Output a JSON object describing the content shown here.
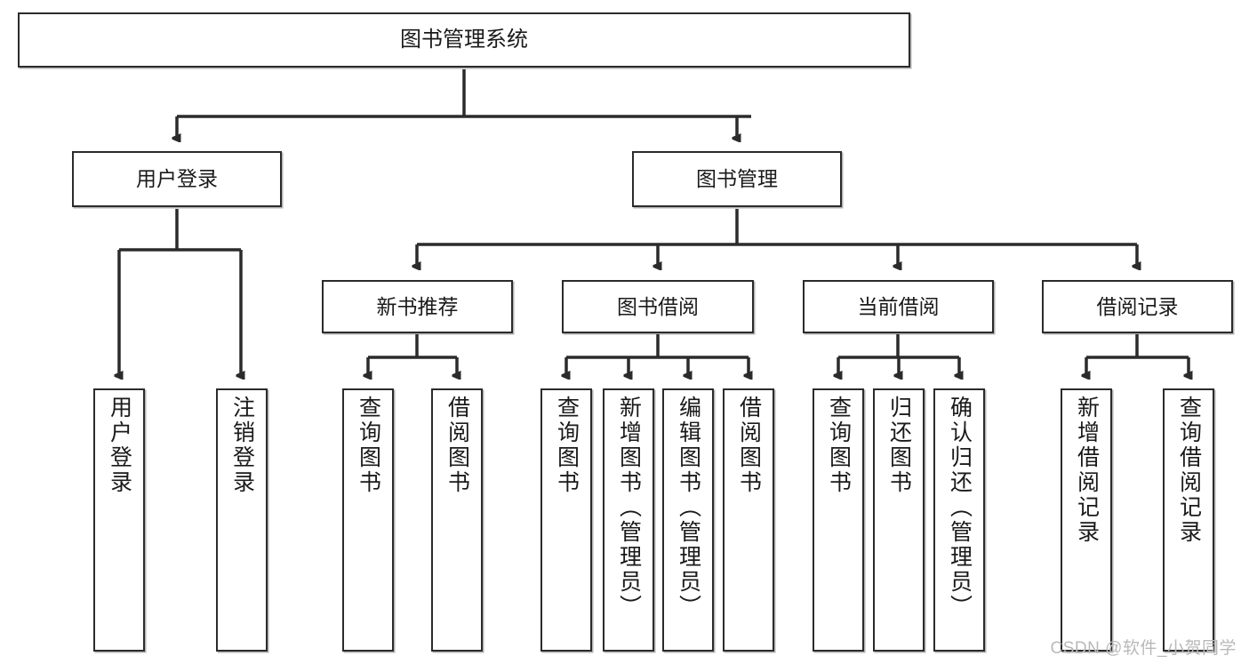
{
  "diagram": {
    "title": "图书管理系统",
    "type": "tree-hierarchy-diagram",
    "watermark": "CSDN @软件_小贺同学",
    "colors": {
      "box_border": "#2b2b2b",
      "box_fill": "#ffffff",
      "edge": "#2b2b2b",
      "text": "#1a1a1a",
      "watermark": "#b9b9b9",
      "background": "#ffffff"
    },
    "nodes": {
      "root": {
        "label": "图书管理系统"
      },
      "level2": [
        {
          "id": "user-login",
          "label": "用户登录"
        },
        {
          "id": "book-manage",
          "label": "图书管理"
        }
      ],
      "level3": [
        {
          "id": "new-book-recommend",
          "label": "新书推荐"
        },
        {
          "id": "book-borrow",
          "label": "图书借阅"
        },
        {
          "id": "current-borrow",
          "label": "当前借阅"
        },
        {
          "id": "borrow-record",
          "label": "借阅记录"
        }
      ],
      "leaves": {
        "user-login": [
          {
            "id": "leaf-user-login",
            "label": "用户登录"
          },
          {
            "id": "leaf-logout",
            "label": "注销登录"
          }
        ],
        "new-book-recommend": [
          {
            "id": "leaf-query-book-1",
            "label": "查询图书"
          },
          {
            "id": "leaf-borrow-book-1",
            "label": "借阅图书"
          }
        ],
        "book-borrow": [
          {
            "id": "leaf-query-book-2",
            "label": "查询图书"
          },
          {
            "id": "leaf-add-book",
            "label": "新增图书（管理员）"
          },
          {
            "id": "leaf-edit-book",
            "label": "编辑图书（管理员）"
          },
          {
            "id": "leaf-borrow-book-2",
            "label": "借阅图书"
          }
        ],
        "current-borrow": [
          {
            "id": "leaf-query-book-3",
            "label": "查询图书"
          },
          {
            "id": "leaf-return-book",
            "label": "归还图书"
          },
          {
            "id": "leaf-confirm-return",
            "label": "确认归还（管理员）"
          }
        ],
        "borrow-record": [
          {
            "id": "leaf-add-record",
            "label": "新增借阅记录"
          },
          {
            "id": "leaf-query-record",
            "label": "查询借阅记录"
          }
        ]
      }
    }
  }
}
